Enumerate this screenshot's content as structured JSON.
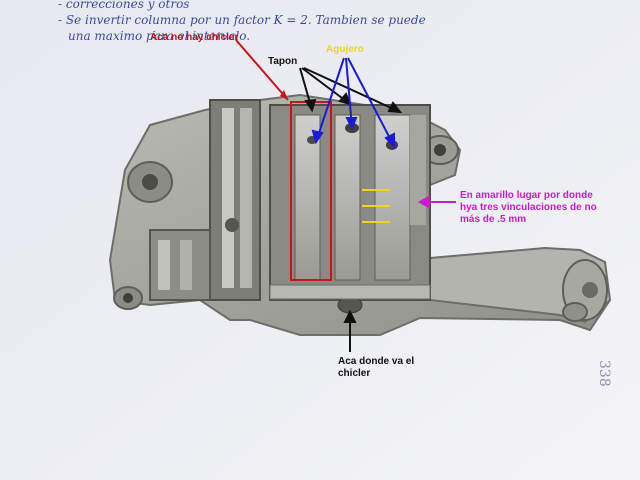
{
  "annotations": {
    "no_chicler": "Áca no hay chicler",
    "tapon": "Tapon",
    "agujero": "Agujero",
    "amarillo": "En amarillo lugar por donde hya tres vinculaciones de no más de .5 mm",
    "aca_chicler": "Aca donde va el chicler"
  },
  "handwriting": {
    "line1": "- correcciones y otros",
    "line2": "- Se invertir columna por un factor K = 2. Tambien se puede",
    "line3": "una  maximo para el intervalo."
  },
  "colors": {
    "paper": "#eef0f5",
    "metal": "#a9aaa2",
    "red": "#c81414",
    "black": "#111111",
    "blue": "#1a1ad8",
    "yellow": "#e8d81a",
    "magenta": "#c81ec8"
  }
}
